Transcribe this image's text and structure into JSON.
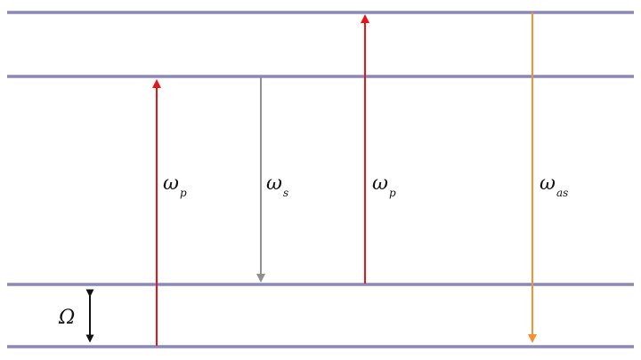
{
  "diagram": {
    "levels": [
      {
        "name": "virtual-level-upper"
      },
      {
        "name": "virtual-level-lower"
      },
      {
        "name": "vibrational-level-excited"
      },
      {
        "name": "ground-level"
      }
    ],
    "colors": {
      "level": "#8a88b8",
      "pump": "#e8141b",
      "stokes": "#909090",
      "antistokes": "#f5922f",
      "splitting": "#111111"
    },
    "transitions": [
      {
        "id": "pump-1",
        "symbol": "ω",
        "subscript": "p",
        "direction": "up",
        "color_key": "pump"
      },
      {
        "id": "stokes",
        "symbol": "ω",
        "subscript": "s",
        "direction": "down",
        "color_key": "stokes"
      },
      {
        "id": "pump-2",
        "symbol": "ω",
        "subscript": "p",
        "direction": "up",
        "color_key": "pump"
      },
      {
        "id": "antistokes",
        "symbol": "ω",
        "subscript": "as",
        "direction": "down",
        "color_key": "antistokes"
      }
    ],
    "splitting": {
      "symbol": "Ω"
    }
  }
}
